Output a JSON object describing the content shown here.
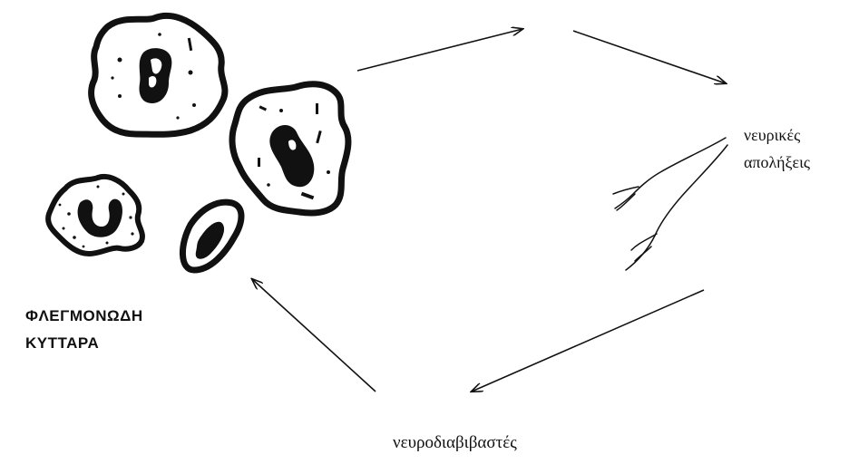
{
  "labels": {
    "inflammatory_cells_line1": "ΦΛΕΓΜΟΝΩΔΗ",
    "inflammatory_cells_line2": "ΚΥΤΤΑΡΑ",
    "nerve_endings_line1": "νευρικές",
    "nerve_endings_line2": "απολήξεις",
    "neurotransmitters": "νευροδιαβιβαστές"
  },
  "colors": {
    "ink": "#111111",
    "background": "#ffffff"
  }
}
